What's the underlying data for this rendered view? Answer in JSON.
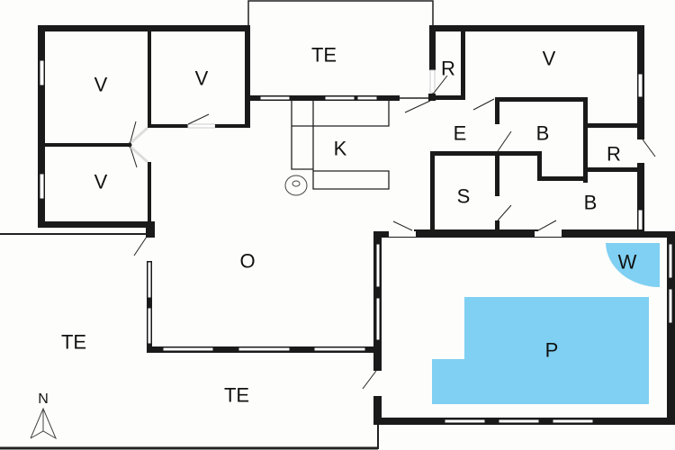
{
  "floor_plan": {
    "rooms": [
      {
        "id": "bedroom-nw-1",
        "label": "V",
        "meaning": "bedroom"
      },
      {
        "id": "bedroom-nw-2",
        "label": "V",
        "meaning": "bedroom"
      },
      {
        "id": "bedroom-nw-3",
        "label": "V",
        "meaning": "bedroom"
      },
      {
        "id": "terrace-north",
        "label": "TE",
        "meaning": "terrace"
      },
      {
        "id": "storage-north",
        "label": "R",
        "meaning": "utility"
      },
      {
        "id": "bedroom-ne",
        "label": "V",
        "meaning": "bedroom"
      },
      {
        "id": "kitchen",
        "label": "K",
        "meaning": "kitchen"
      },
      {
        "id": "entrance",
        "label": "E",
        "meaning": "entrance"
      },
      {
        "id": "bathroom-1",
        "label": "B",
        "meaning": "bathroom"
      },
      {
        "id": "storage-east",
        "label": "R",
        "meaning": "utility"
      },
      {
        "id": "sauna",
        "label": "S",
        "meaning": "sauna"
      },
      {
        "id": "bathroom-2",
        "label": "B",
        "meaning": "bathroom"
      },
      {
        "id": "living",
        "label": "O",
        "meaning": "living"
      },
      {
        "id": "whirlpool",
        "label": "W",
        "meaning": "whirlpool"
      },
      {
        "id": "pool",
        "label": "P",
        "meaning": "pool"
      },
      {
        "id": "terrace-west",
        "label": "TE",
        "meaning": "terrace"
      },
      {
        "id": "terrace-south",
        "label": "TE",
        "meaning": "terrace"
      }
    ],
    "compass": {
      "label": "N"
    },
    "colors": {
      "wall": "#1a1a1a",
      "floor": "#fdfdfc",
      "water": "#7fd0f2"
    }
  }
}
